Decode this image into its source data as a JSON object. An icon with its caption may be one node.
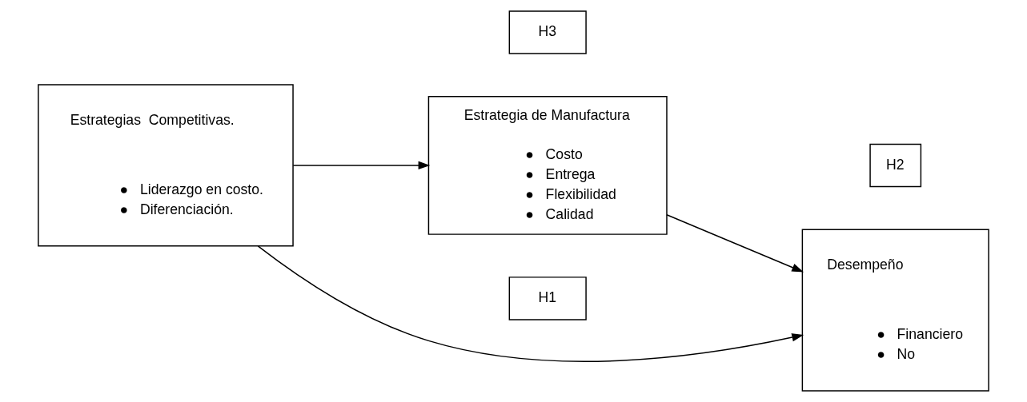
{
  "diagram": {
    "nodes": [
      {
        "text": [
          "Estrategia de Manufactura",
          "●   Costo",
          "●   Entrega",
          "●   Flexibilidad",
          "●   Calidad"
        ]
      },
      {
        "text": [
          "H3"
        ]
      },
      {
        "text": [
          "H2"
        ]
      },
      {
        "text": [
          "Estrategias  Competitivas.",
          "●   Liderazgo en costo.",
          "●   Diferenciación."
        ]
      },
      {
        "text": [
          "Desempeño",
          "●   Financiero",
          "●   No"
        ]
      },
      {
        "text": [
          "H1"
        ]
      }
    ],
    "edges": [
      {
        "from": 3,
        "to": 0,
        "arrow": "to"
      },
      {
        "from": 0,
        "to": 4,
        "arrow": "to"
      },
      {
        "from": 3,
        "to": 4,
        "arrow": "to"
      }
    ]
  }
}
